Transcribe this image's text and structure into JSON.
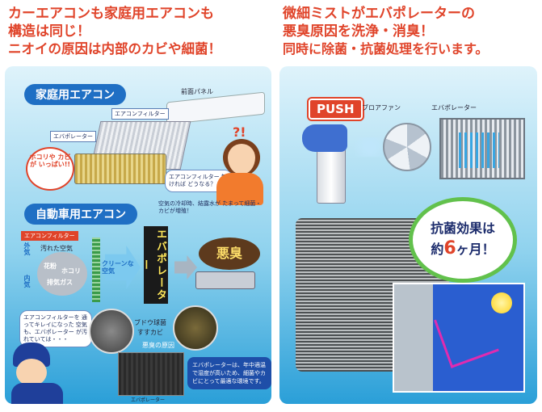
{
  "left": {
    "headline": [
      "カーエアコンも家庭用エアコンも",
      "構造は同じ！",
      "ニオイの原因は内部のカビや細菌！"
    ],
    "home_section": {
      "title": "家庭用エアコン",
      "front_panel": "前面パネル",
      "aircon_filter": "エアコンフィルター",
      "evaporator": "エバポレーター",
      "dust_bubble": "ホコリや カビが いっぱい!!",
      "woman_bubble": "エアコンフィルター 無ければ どうなる？"
    },
    "car_section": {
      "title": "自動車用エアコン",
      "condensation_note": "空気の冷却時、結露水が たまって細菌・カビが増殖！",
      "aircon_filter": "エアコンフィルター",
      "dirty_air": "汚れた空気",
      "pollen": "花粉",
      "dust": "ホコリ",
      "exhaust": "排気ガス",
      "outside_air": "外気",
      "inside_air": "内気",
      "clean_air": "クリーンな 空気",
      "evaporator_vertical": "エバポレーター",
      "bad_odor": "悪臭",
      "staph": "ブドウ球菌",
      "soot_mold": "すすカビ",
      "odor_source": "悪臭の原因",
      "filter_bubble": "エアコンフィルターを 通ってキレイになった 空気も、エバポレーター が汚れていては・・・",
      "evaporator_caption": "エバポレーターは、年中適温で湿度が高いため、細菌やカビにとって最適な環境です。",
      "evaporator_label": "エバポレーター"
    }
  },
  "right": {
    "headline": [
      "微細ミストがエバポレーターの",
      "悪臭原因を洗浄・消臭！",
      "同時に除菌・抗菌処理を行います。"
    ],
    "push": "PUSH",
    "blower_fan": "ブロアファン",
    "evaporator": "エバポレーター",
    "balloon_line1": "抗菌効果は",
    "balloon_prefix": "約",
    "balloon_number": "6",
    "balloon_suffix": "ヶ月！"
  },
  "colors": {
    "headline_red": "#e0442a",
    "brand_blue": "#1f6fc4",
    "balloon_green": "#62c14c",
    "evap_yellow": "#ffe85a"
  }
}
